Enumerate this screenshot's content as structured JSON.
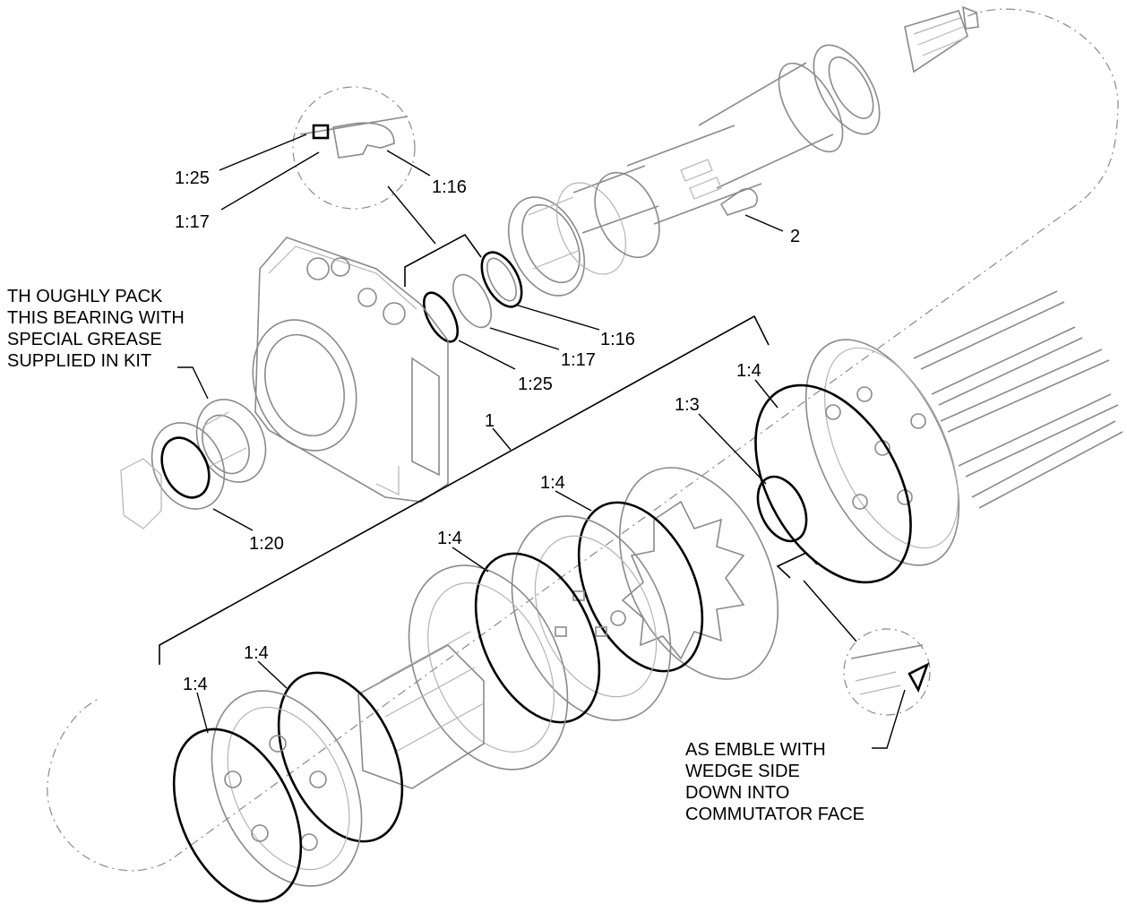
{
  "callouts": {
    "c_1_25_top": "1:25",
    "c_1_16_top": "1:16",
    "c_1_17_top": "1:17",
    "c_2": "2",
    "c_1_16": "1:16",
    "c_1_17": "1:17",
    "c_1_25": "1:25",
    "c_1": "1",
    "c_1_4_a": "1:4",
    "c_1_3": "1:3",
    "c_1_4_b": "1:4",
    "c_1_4_c": "1:4",
    "c_1_4_d": "1:4",
    "c_1_4_e": "1:4",
    "c_1_20": "1:20"
  },
  "notes": {
    "bearing_note": [
      "TH OUGHLY PACK",
      "THIS BEARING WITH",
      "SPECIAL GREASE",
      "SUPPLIED IN KIT"
    ],
    "assembly_note": [
      "AS EMBLE WITH",
      "WEDGE SIDE",
      "DOWN INTO",
      "COMMUTATOR FACE"
    ]
  }
}
